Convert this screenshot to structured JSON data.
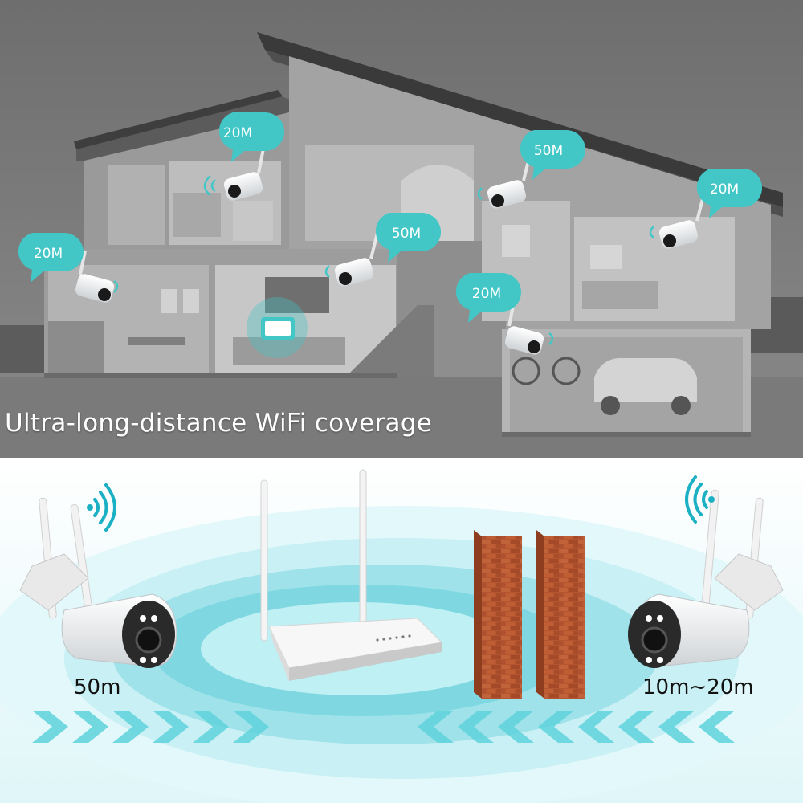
{
  "headline": "Ultra-long-distance WiFi coverage",
  "camera_badges": [
    "20M",
    "50M",
    "20M",
    "50M",
    "20M",
    "20M"
  ],
  "range_labels": {
    "left": "50m",
    "right": "10m~20m"
  },
  "colors": {
    "accent_teal": "#43c6c6",
    "coverage_ring": "#5fd3dc",
    "brick": "#b5552f"
  },
  "icons": [
    "wifi-signal-icon",
    "chevron-right-icon",
    "chevron-left-icon"
  ]
}
